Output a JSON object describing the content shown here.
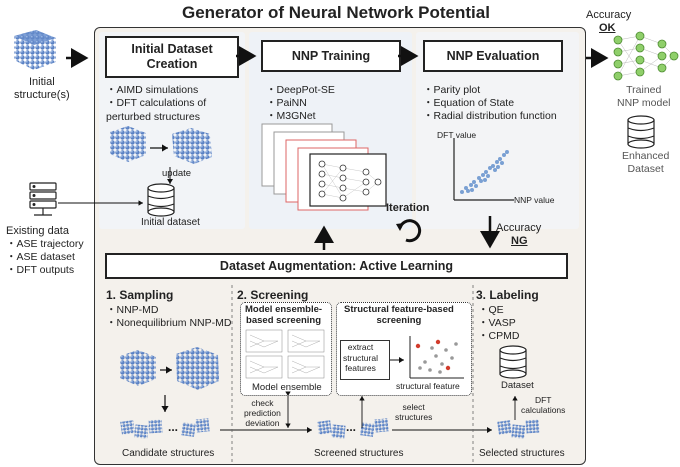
{
  "title": "Generator of Neural Network Potential",
  "left": {
    "initial_structure": "Initial\nstructure(s)",
    "existing_data_title": "Existing data",
    "existing_data_items": [
      "ASE trajectory",
      "ASE dataset",
      "DFT outputs"
    ]
  },
  "right": {
    "accuracy_label": "Accuracy",
    "accuracy_ok": "OK",
    "trained_model": "Trained\nNNP model",
    "enhanced_dataset": "Enhanced\nDataset"
  },
  "initial_dataset": {
    "header": "Initial Dataset\nCreation",
    "items": [
      "AIMD simulations",
      "DFT calculations of\nperturbed structures"
    ],
    "update_label": "update",
    "dataset_label": "Initial dataset"
  },
  "training": {
    "header": "NNP Training",
    "items": [
      "DeepPot-SE",
      "PaiNN",
      "M3GNet"
    ]
  },
  "evaluation": {
    "header": "NNP Evaluation",
    "items": [
      "Parity plot",
      "Equation of State",
      "Radial distribution function"
    ],
    "y_axis": "DFT value",
    "x_axis": "NNP value"
  },
  "iteration_label": "Iteration",
  "accuracy_ng_label": "Accuracy",
  "accuracy_ng": "NG",
  "augmentation_header": "Dataset Augmentation: Active Learning",
  "sampling": {
    "title": "1. Sampling",
    "items": [
      "NNP-MD",
      "Nonequilibrium NNP-MD"
    ],
    "caption": "Candidate structures"
  },
  "screening": {
    "title": "2. Screening",
    "ensemble_title": "Model ensemble-\nbased screening",
    "ensemble_caption": "Model ensemble",
    "feature_title": "Structural feature-based\nscreening",
    "extract_label": "extract\nstructural\nfeatures",
    "feature_caption": "structural feature",
    "check_label": "check\nprediction\ndeviation",
    "select_label": "select\nstructures",
    "caption": "Screened structures",
    "ellipsis": "..."
  },
  "labeling": {
    "title": "3. Labeling",
    "items": [
      "QE",
      "VASP",
      "CPMD"
    ],
    "dataset_label": "Dataset",
    "dft_label": "DFT\ncalculations",
    "caption": "Selected structures"
  },
  "colors": {
    "outer_bg": "#f5f2ee",
    "panel_bg": "#eef1f5",
    "crystal": "#4a6fb5",
    "scatter": "#6f95c9",
    "highlight": "#d23c2c",
    "node": "#8fcf6a"
  },
  "icons": [
    "crystal-icon",
    "server-icon",
    "database-icon",
    "neural-network-icon",
    "refresh-icon"
  ]
}
